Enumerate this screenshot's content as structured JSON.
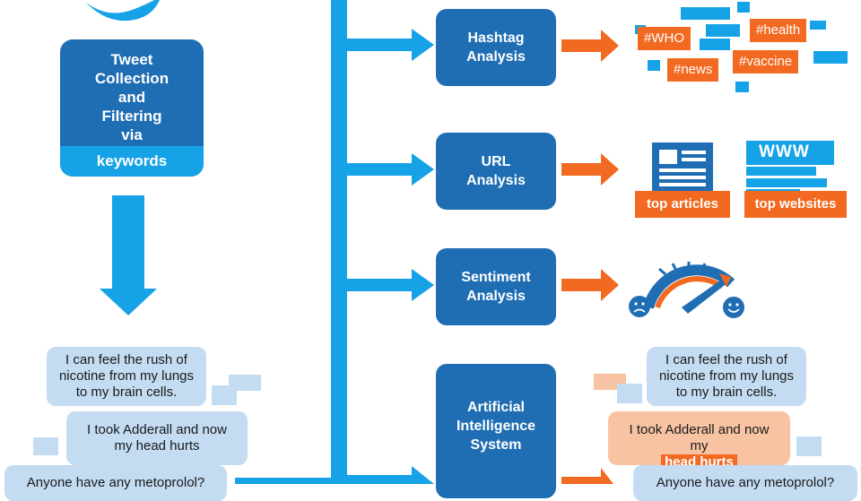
{
  "collection": {
    "title": "Tweet\nCollection\nand\nFiltering\nvia",
    "keywords_label": "keywords"
  },
  "analyses": {
    "hashtag": "Hashtag\nAnalysis",
    "url": "URL\nAnalysis",
    "sentiment": "Sentiment\nAnalysis",
    "ai": "Artificial\nIntelligence\nSystem"
  },
  "hashtags": [
    "#WHO",
    "#health",
    "#news",
    "#vaccine"
  ],
  "url_outputs": {
    "articles": "top articles",
    "websites": "top websites",
    "www": "WWW"
  },
  "tweets_left": [
    "I can feel the rush of\nnicotine from my lungs\nto my brain cells.",
    "I took Adderall and now\nmy head hurts",
    "Anyone have any metoprolol?"
  ],
  "tweets_right": {
    "first": "I can feel the rush of\nnicotine from my lungs\nto my brain cells.",
    "second_prefix": "I took Adderall and now\nmy",
    "second_highlight": "head hurts",
    "third": "Anyone have any metoprolol?"
  },
  "colors": {
    "dark_blue": "#1f6eb3",
    "light_blue": "#16a2e6",
    "orange": "#f26a21",
    "bubble_blue": "#c3dcf2",
    "bubble_orange": "#f8c3a3"
  },
  "icons": [
    "twitter-bird-icon",
    "newspaper-icon",
    "website-icon",
    "sentiment-gauge-icon",
    "sad-face-icon",
    "happy-face-icon"
  ]
}
